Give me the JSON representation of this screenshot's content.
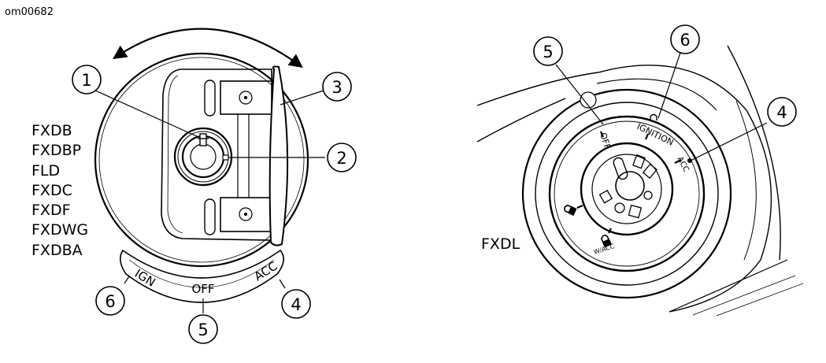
{
  "figure_id": "om00682",
  "left_diagram": {
    "models": [
      "FXDB",
      "FXDBP",
      "FLD",
      "FXDC",
      "FXDF",
      "FXDWG",
      "FXDBA"
    ],
    "positions": {
      "ign": "IGN",
      "off": "OFF",
      "acc": "ACC"
    },
    "callouts": [
      "1",
      "2",
      "3",
      "6",
      "5",
      "4"
    ]
  },
  "right_diagram": {
    "model": "FXDL",
    "positions": {
      "off": "OFF",
      "ignition": "IGNITION",
      "acc": "ACC",
      "wacc": "W/ACC"
    },
    "callouts": [
      "5",
      "6",
      "4"
    ]
  }
}
